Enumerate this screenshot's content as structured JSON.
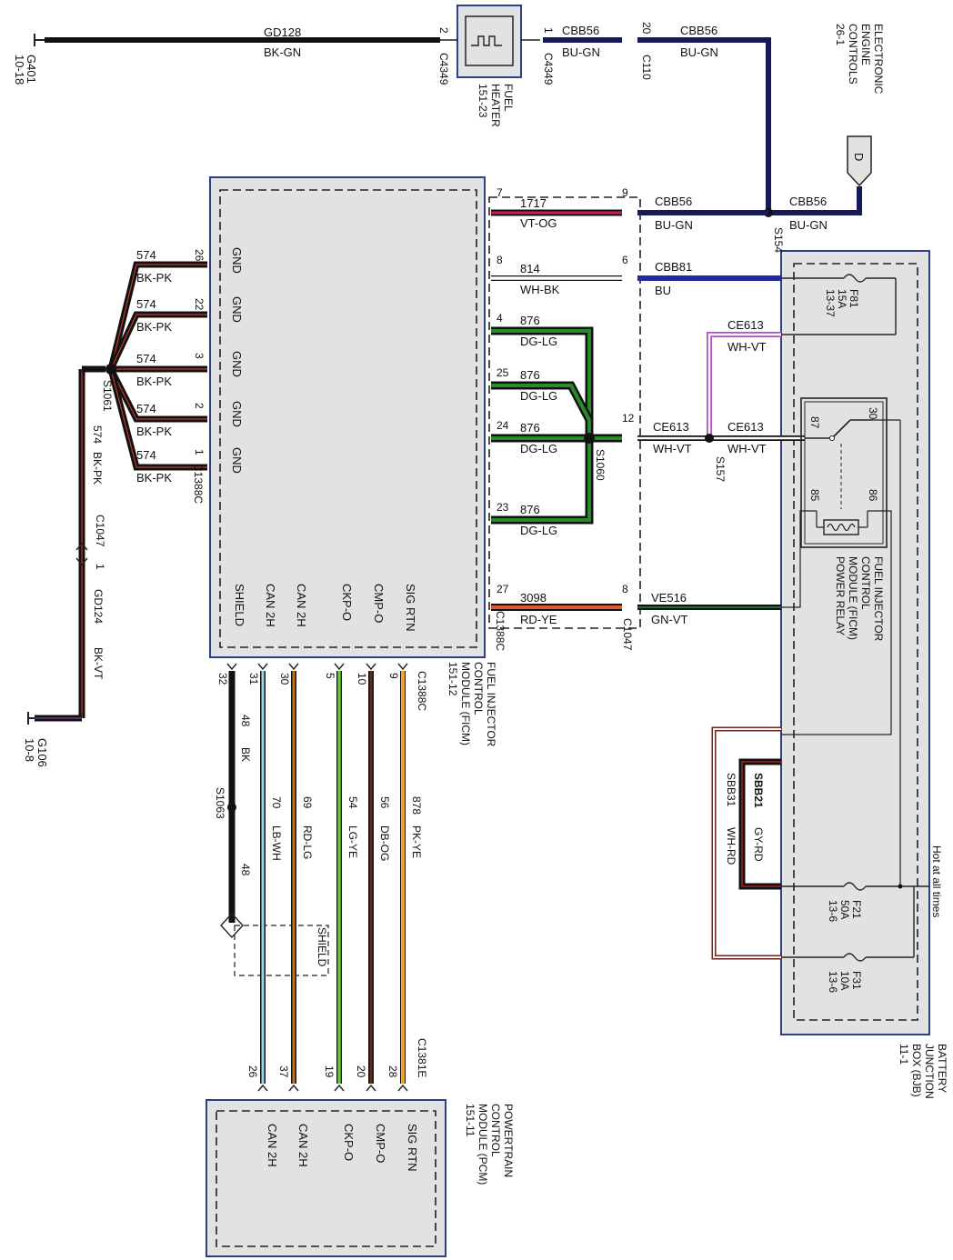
{
  "top": {
    "ground_g401": "G401",
    "ground_g401_ref": "10-18",
    "wire_gd128": "GD128",
    "wire_gd128_color": "BK-GN",
    "pin_2": "2",
    "conn_c4349_left": "C4349",
    "heater_l1": "FUEL",
    "heater_l2": "HEATER",
    "heater_l3": "151-23",
    "pin_1": "1",
    "conn_c4349_right": "C4349",
    "wire_cbb56_a": "CBB56",
    "wire_cbb56_a_color": "BU-GN",
    "pin_20": "20",
    "conn_c110": "C110",
    "wire_cbb56_b": "CBB56",
    "wire_cbb56_b_color": "BU-GN",
    "eec_l1": "ELECTRONIC",
    "eec_l2": "ENGINE",
    "eec_l3": "CONTROLS",
    "eec_l4": "26-1",
    "flag_d": "D"
  },
  "ficm": {
    "gnd_labels": [
      "GND",
      "GND",
      "GND",
      "GND",
      "GND"
    ],
    "gnd_pins": [
      "26",
      "22",
      "3",
      "2",
      "1"
    ],
    "gnd_wires": [
      "574",
      "574",
      "574",
      "574",
      "574"
    ],
    "gnd_colors": [
      "BK-PK",
      "BK-PK",
      "BK-PK",
      "BK-PK",
      "BK-PK"
    ],
    "conn_left": "C1388C",
    "splice_s1061": "S1061",
    "s1061_wire": "574",
    "s1061_color": "BK-PK",
    "conn_c1047_left": "C1047",
    "pin_c1047_1": "1",
    "gd124": "GD124",
    "gd124_color": "BK-VT",
    "ground_g106": "G106",
    "ground_g106_ref": "10-8",
    "bottom_labels": [
      "SHIELD",
      "CAN 2H",
      "CAN 2H",
      "CKP-O",
      "CMP-O",
      "SIG RTN"
    ],
    "bottom_pins": [
      "32",
      "31",
      "30",
      "5",
      "10",
      "9"
    ],
    "bottom_conn": "C1388C",
    "name_l1": "FUEL INJECTOR",
    "name_l2": "CONTROL",
    "name_l3": "MODULE (FICM)",
    "name_l4": "151-12"
  },
  "right_wires": {
    "w1717_pin": "7",
    "w1717": "1717",
    "w1717_color": "VT-OG",
    "cbb56_pin": "9",
    "cbb56": "CBB56",
    "cbb56_color": "BU-GN",
    "splice_s154": "S154",
    "cbb56_r": "CBB56",
    "cbb56_r_color": "BU-GN",
    "w814_pin": "8",
    "w814": "814",
    "w814_color": "WH-BK",
    "cbb81_pin": "6",
    "cbb81": "CBB81",
    "cbb81_color": "BU",
    "w876_pins": [
      "4",
      "25",
      "24",
      "23"
    ],
    "w876": [
      "876",
      "876",
      "876",
      "876"
    ],
    "w876_colors": [
      "DG-LG",
      "DG-LG",
      "DG-LG",
      "DG-LG"
    ],
    "splice_s1060": "S1060",
    "ce613_pin": "12",
    "ce613_a": "CE613",
    "ce613_a_color": "WH-VT",
    "ce613_top": "CE613",
    "ce613_top_color": "WH-VT",
    "ce613_b": "CE613",
    "ce613_b_color": "WH-VT",
    "splice_s157": "S157",
    "w3098_pin": "27",
    "w3098": "3098",
    "w3098_color": "RD-YE",
    "ve516_pin": "8",
    "ve516": "VE516",
    "ve516_color": "GN-VT",
    "conn_c1388c": "C1388C",
    "conn_c1047": "C1047"
  },
  "bjb": {
    "f81_name": "F81",
    "f81_amp": "15A",
    "f81_ref": "13-37",
    "relay_87": "87",
    "relay_30": "30",
    "relay_85": "85",
    "relay_86": "86",
    "relay_l1": "FUEL INJECTOR",
    "relay_l2": "CONTROL",
    "relay_l3": "MODULE (FICM)",
    "relay_l4": "POWER RELAY",
    "sbb21": "SBB21",
    "sbb21_color": "GY-RD",
    "sbb31": "SBB31",
    "sbb31_color": "WH-RD",
    "hot": "Hot at all times",
    "f21_name": "F21",
    "f21_amp": "50A",
    "f21_ref": "13-6",
    "f31_name": "F31",
    "f31_amp": "10A",
    "f31_ref": "13-6",
    "name_l1": "BATTERY",
    "name_l2": "JUNCTION",
    "name_l3": "BOX (BJB)",
    "name_l4": "11-1"
  },
  "signals": {
    "w48": "48",
    "w48_color": "BK",
    "splice_s1063": "S1063",
    "w48b": "48",
    "w70": "70",
    "w70_color": "LB-WH",
    "w69": "69",
    "w69_color": "RD-LG",
    "w54": "54",
    "w54_color": "LG-YE",
    "w56": "56",
    "w56_color": "DB-OG",
    "w878": "878",
    "w878_color": "PK-YE",
    "shield": "SHIELD",
    "pcm_pins": [
      "26",
      "37",
      "19",
      "20",
      "28"
    ],
    "pcm_conn": "C1381E"
  },
  "pcm": {
    "labels": [
      "CAN 2H",
      "CAN 2H",
      "CKP-O",
      "CMP-O",
      "SIG RTN"
    ],
    "name_l1": "POWERTRAIN",
    "name_l2": "CONTROL",
    "name_l3": "MODULE (PCM)",
    "name_l4": "151-11"
  }
}
